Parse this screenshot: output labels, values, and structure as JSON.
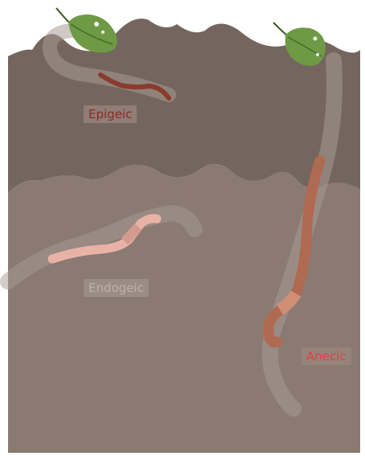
{
  "diagram": {
    "labels": {
      "epigeic": "Epigeic",
      "endogeic": "Endogeic",
      "anecic": "Anecic"
    },
    "colors": {
      "topsoil": "#74665e",
      "subsoil": "#8a7a72",
      "burrow": "#a89a94",
      "leaf": "#6f9a45",
      "epigeic_worm": "#8a3b2c",
      "endogeic_worm": "#e8b3a6",
      "anecic_worm": "#b06a52",
      "epigeic_text": "#8e2a24",
      "endogeic_text": "#bfb1ac",
      "anecic_text": "#e04045"
    }
  }
}
